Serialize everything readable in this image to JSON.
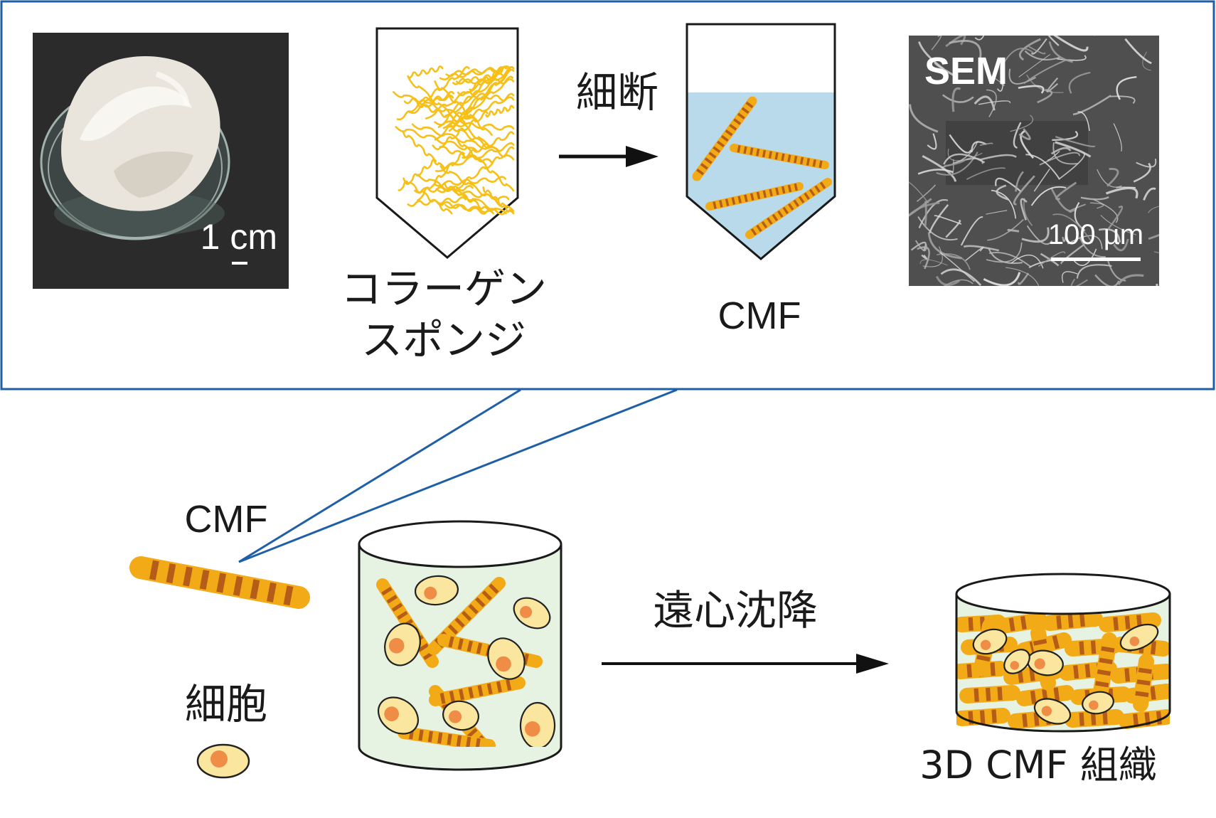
{
  "colors": {
    "frame": "#1f5fa8",
    "fiber_main": "#f2aa17",
    "fiber_stripe": "#b45c18",
    "sponge_fiber": "#f7c019",
    "liquid_tube": "#b9daeb",
    "liquid_container": "#e6f2e2",
    "cell_body": "#fbe6a0",
    "cell_nucleus": "#ef8c46",
    "photo_background": "#2b2b2b",
    "sem_background": "#4f4f4f"
  },
  "top_panel": {
    "photo": {
      "icon": "collagen-sponge-photo",
      "scale_label": "1 cm"
    },
    "sponge_tube": {
      "label_line1": "コラーゲン",
      "label_line2": "スポンジ"
    },
    "process_arrow": {
      "label": "細断",
      "icon": "arrow-right-icon"
    },
    "cmf_tube": {
      "label": "CMF"
    },
    "sem_image": {
      "title": "SEM",
      "scale_label": "100 µm"
    }
  },
  "bottom_panel": {
    "legend": {
      "cmf_label": "CMF",
      "cell_label": "細胞"
    },
    "mixing_container": {
      "icon": "cylinder-container-icon"
    },
    "process_arrow": {
      "label": "遠心沈降",
      "icon": "arrow-right-icon"
    },
    "tissue_container": {
      "label": "3D CMF 組織"
    }
  }
}
